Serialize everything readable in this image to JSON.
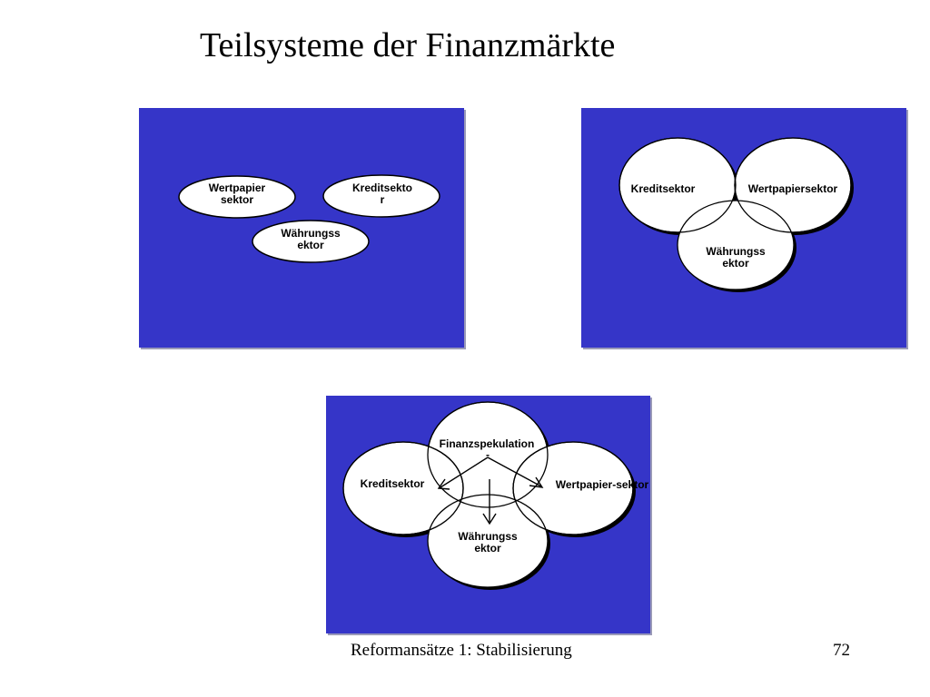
{
  "slide": {
    "title": "Teilsysteme der Finanzmärkte",
    "footer_text": "Reformansätze 1: Stabilisierung",
    "page_number": "72"
  },
  "colors": {
    "panel_background": "#3535c8",
    "ellipse_fill": "#ffffff",
    "ellipse_stroke": "#000000"
  },
  "panel1": {
    "securities": [
      "Wertpapier",
      "sektor"
    ],
    "credit": [
      "Kreditsekto",
      "r"
    ],
    "currency": [
      "Währungss",
      "ektor"
    ]
  },
  "panel2": {
    "credit": "Kreditsektor",
    "securities": "Wertpapiersektor",
    "currency": [
      "Währungss",
      "ektor"
    ]
  },
  "panel3": {
    "speculation": "Finanzspekulation",
    "speculation_dot": "-",
    "credit": "Kreditsektor",
    "securities": "Wertpapier-sektor",
    "currency": [
      "Währungss",
      "ektor"
    ]
  }
}
